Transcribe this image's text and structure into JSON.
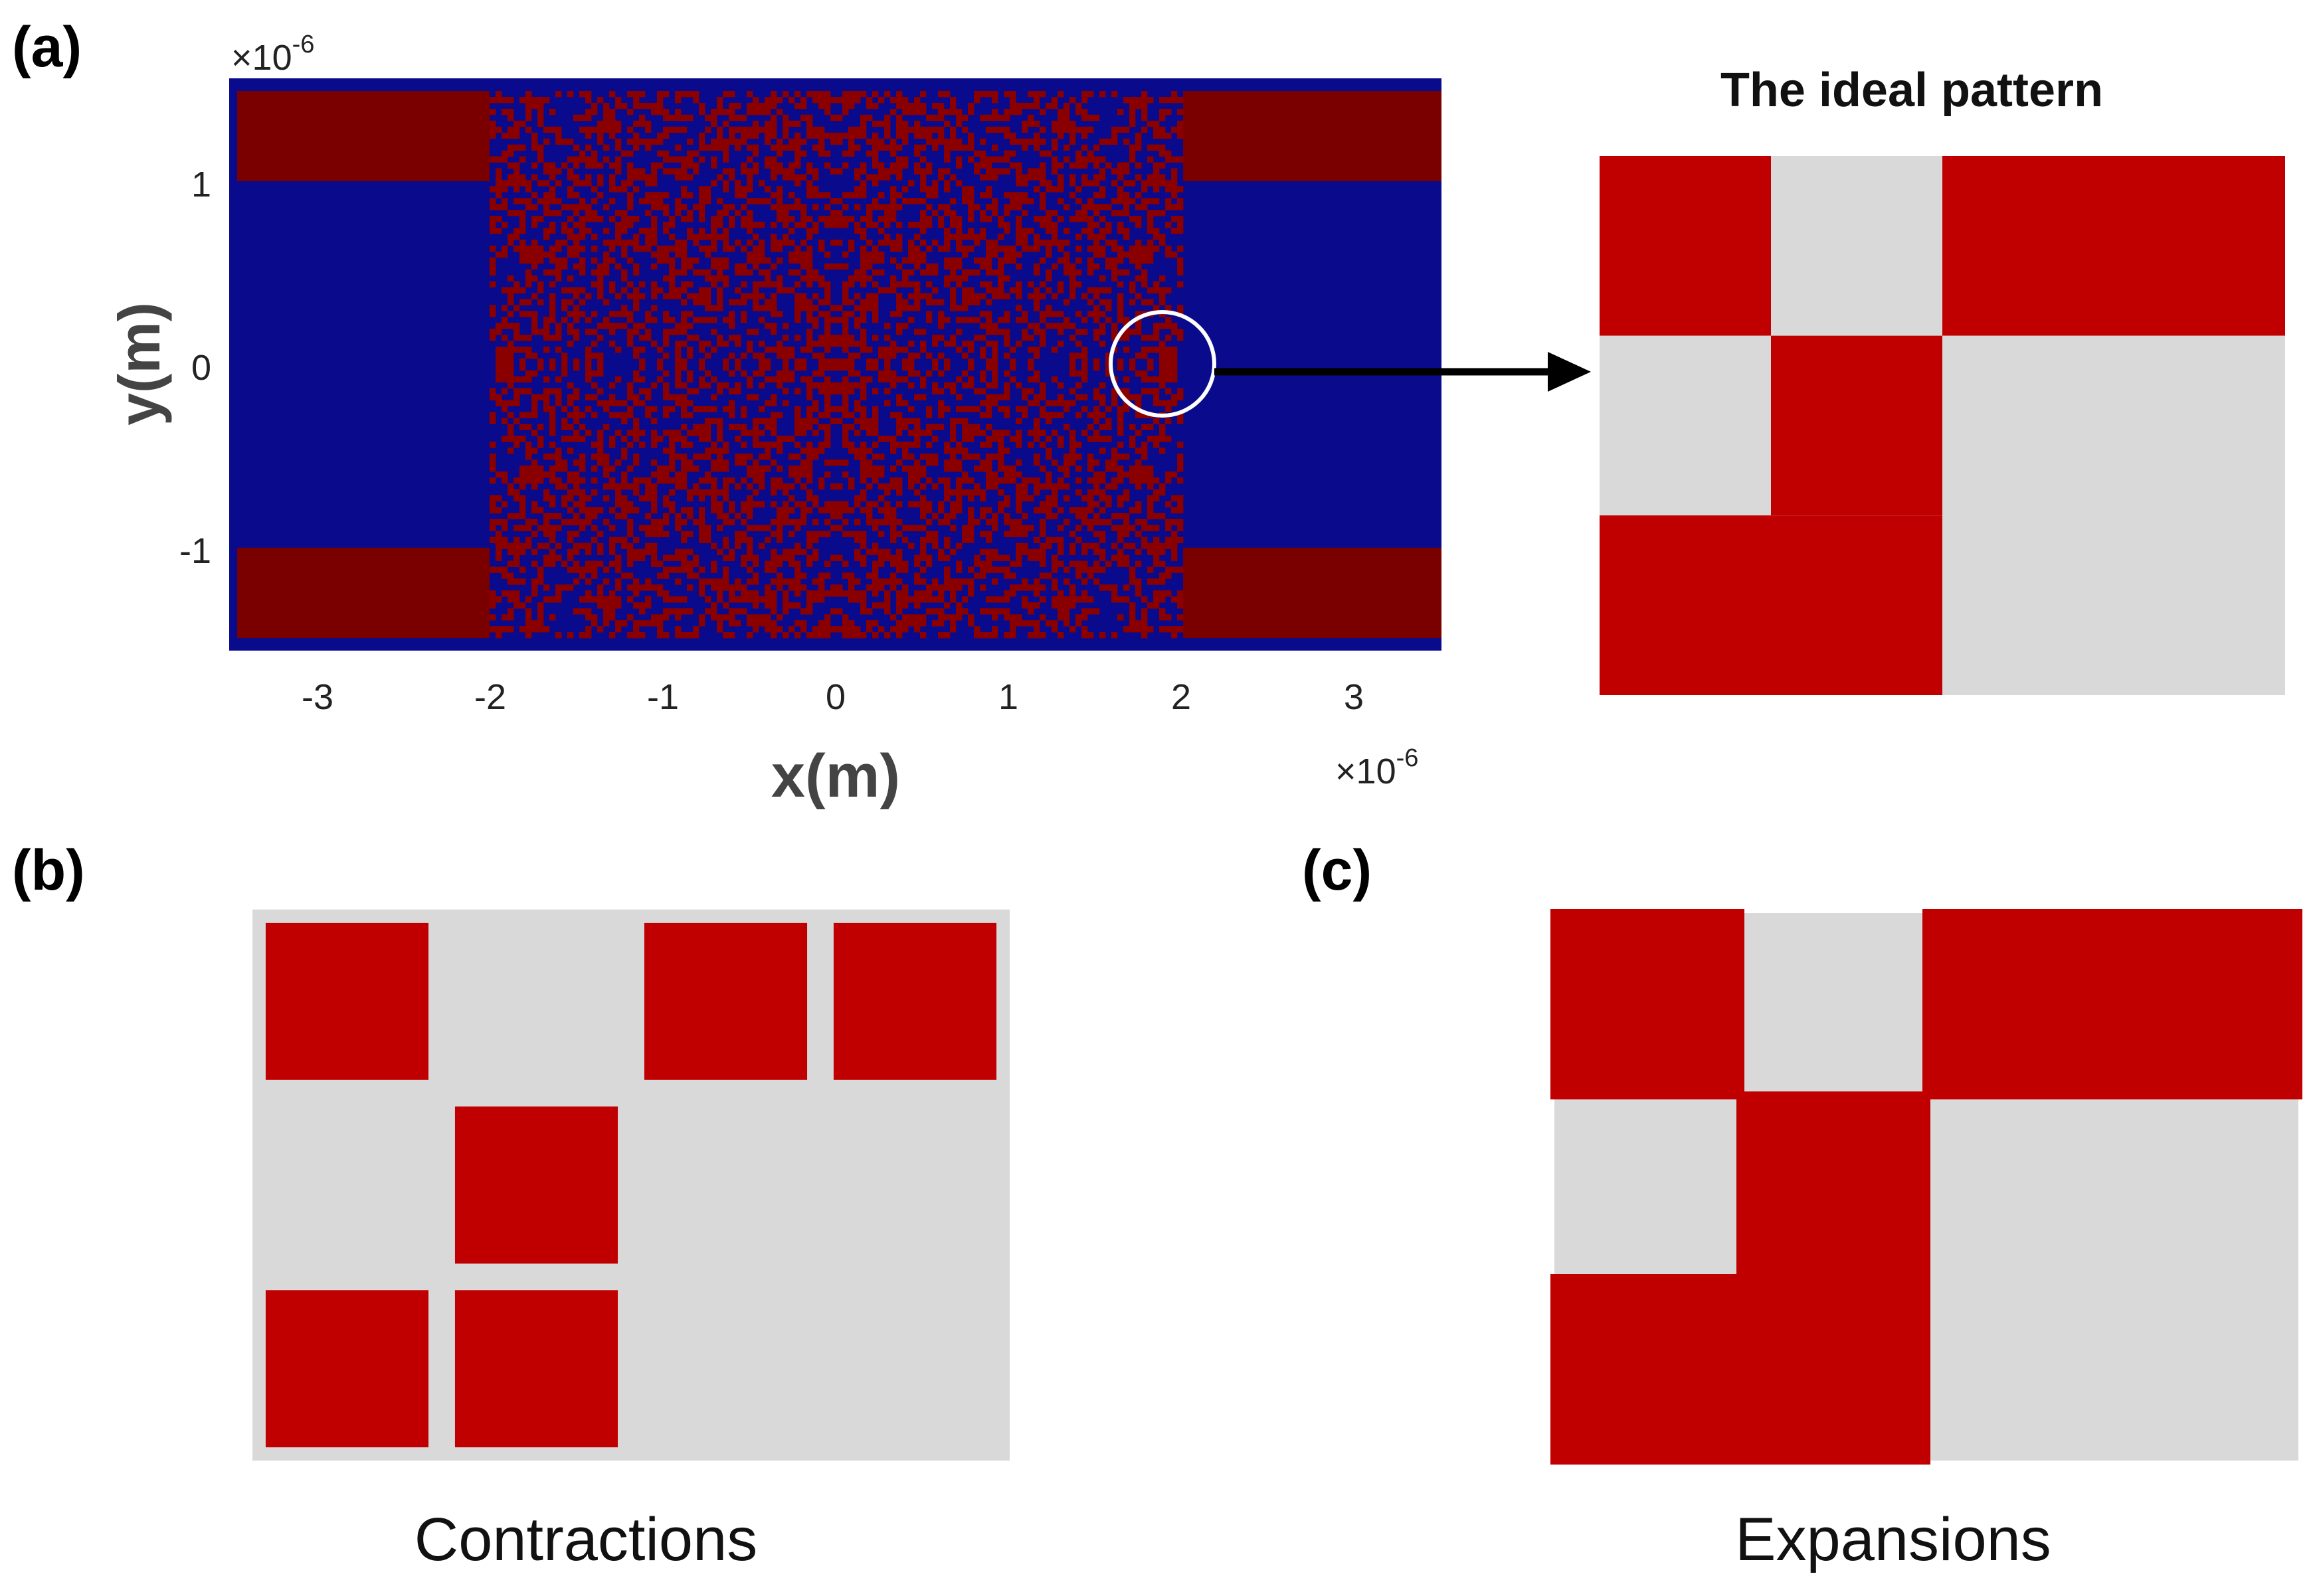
{
  "panels": {
    "a": {
      "label": "(a)",
      "x_axis_label": "x(m)",
      "y_axis_label": "y(m)",
      "x_exponent_prefix": "×10",
      "x_exponent": "-6",
      "y_exponent_prefix": "×10",
      "y_exponent": "-6",
      "x_ticks": [
        "-3",
        "-2",
        "-1",
        "0",
        "1",
        "2",
        "3"
      ],
      "y_ticks": [
        "1",
        "0",
        "-1"
      ],
      "colors": {
        "substrate": "#0a0a8c",
        "pattern": "#8a0000",
        "ring": "#ffffff"
      }
    },
    "ideal": {
      "title": "The ideal pattern",
      "grid": [
        [
          1,
          0,
          1,
          1
        ],
        [
          0,
          1,
          0,
          0
        ],
        [
          1,
          1,
          0,
          0
        ]
      ],
      "colors": {
        "filled": "#c00000",
        "empty": "#d9d9d9"
      }
    },
    "b": {
      "label": "(b)",
      "caption": "Contractions",
      "grid": [
        [
          1,
          0,
          1,
          1
        ],
        [
          0,
          1,
          0,
          0
        ],
        [
          1,
          1,
          0,
          0
        ]
      ],
      "colors": {
        "filled": "#c00000",
        "empty": "#d9d9d9"
      }
    },
    "c": {
      "label": "(c)",
      "caption": "Expansions",
      "grid": [
        [
          1,
          0,
          1,
          1
        ],
        [
          0,
          1,
          0,
          0
        ],
        [
          1,
          1,
          0,
          0
        ]
      ],
      "colors": {
        "filled": "#c00000",
        "empty": "#d9d9d9"
      }
    }
  }
}
